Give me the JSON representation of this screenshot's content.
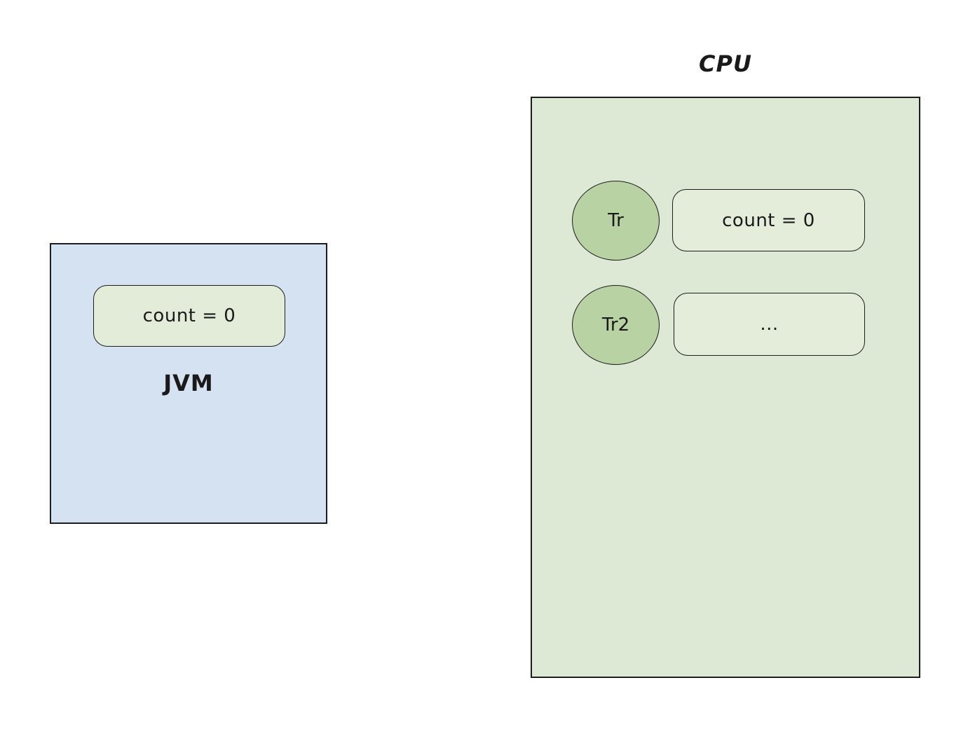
{
  "page": {
    "background": "#ffffff",
    "stroke_color": "#1d1d1d",
    "text_color": "#1a1a1a"
  },
  "jvm": {
    "label": "JVM",
    "fill": "#d5e2f2",
    "count_box": {
      "text": "count = 0",
      "fill": "#e2ecd8"
    }
  },
  "cpu": {
    "title": "CPU",
    "fill": "#dde9d5",
    "circle_fill": "#b8d2a4",
    "slot_fill": "#e3edda",
    "threads": [
      {
        "name": "Tr",
        "slot_text": "count = 0"
      },
      {
        "name": "Tr2",
        "slot_text": "..."
      }
    ]
  }
}
